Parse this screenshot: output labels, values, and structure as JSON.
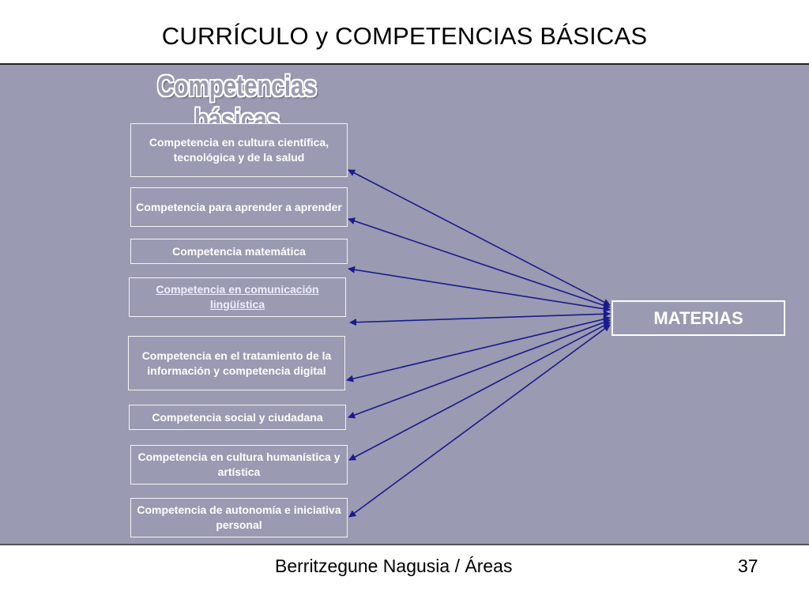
{
  "slide": {
    "title": "CURRÍCULO y COMPETENCIAS BÁSICAS",
    "heading": "Competencias básicas"
  },
  "competencias": [
    {
      "label": "Competencia en  cultura científica, tecnológica y de la salud"
    },
    {
      "label": "Competencia para aprender a aprender"
    },
    {
      "label": "Competencia matemática"
    },
    {
      "label": "Competencia en comunicación lingüística"
    },
    {
      "label": "Competencia en el tratamiento de la información y competencia digital"
    },
    {
      "label": "Competencia social y ciudadana"
    },
    {
      "label": "Competencia en cultura humanística y artística"
    },
    {
      "label": "Competencia de autonomía e iniciativa personal"
    }
  ],
  "target": {
    "label": "MATERIAS"
  },
  "footer": {
    "text": "Berritzegune Nagusia / Áreas",
    "page": "37"
  },
  "colors": {
    "panel": "#9a9ab2",
    "arrow": "#1a1a8c",
    "box_border": "#f4f4f4"
  }
}
